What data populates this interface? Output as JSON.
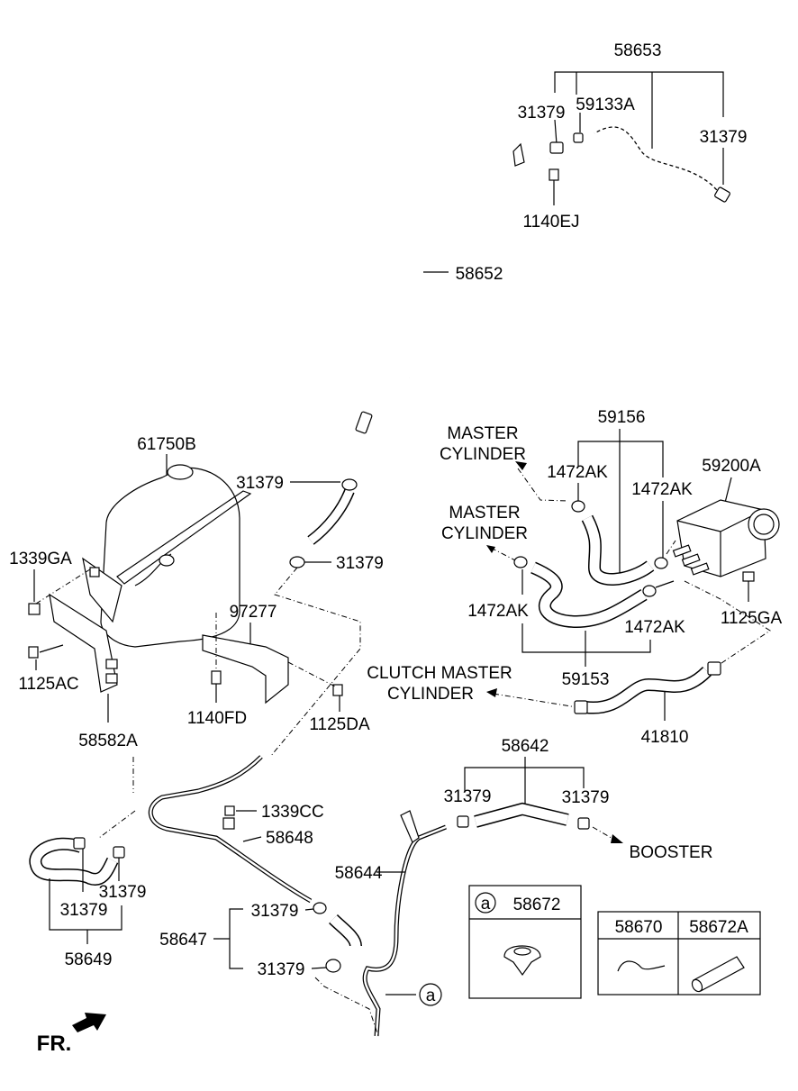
{
  "labels": {
    "p58653": "58653",
    "p31379_top_left": "31379",
    "p59133A": "59133A",
    "p31379_top_right": "31379",
    "p1140EJ": "1140EJ",
    "p58652": "58652",
    "p61750B": "61750B",
    "p31379_mid_a": "31379",
    "p31379_mid_b": "31379",
    "p1339GA": "1339GA",
    "p1125AC": "1125AC",
    "p58582A": "58582A",
    "p97277": "97277",
    "p1140FD": "1140FD",
    "p1125DA": "1125DA",
    "master_cyl_1": "MASTER\nCYLINDER",
    "master_cyl_2": "MASTER\nCYLINDER",
    "p59156": "59156",
    "p1472AK_a": "1472AK",
    "p1472AK_b": "1472AK",
    "p1472AK_c": "1472AK",
    "p1472AK_d": "1472AK",
    "p59200A": "59200A",
    "p1125GA": "1125GA",
    "p59153": "59153",
    "clutch_master": "CLUTCH MASTER\nCYLINDER",
    "p41810": "41810",
    "p58642": "58642",
    "p31379_boost_l": "31379",
    "p31379_boost_r": "31379",
    "booster": "BOOSTER",
    "p1339CC": "1339CC",
    "p58648": "58648",
    "p58644": "58644",
    "p31379_bl_a": "31379",
    "p31379_bl_b": "31379",
    "p58649": "58649",
    "p31379_lo_a": "31379",
    "p58647": "58647",
    "p31379_lo_b": "31379",
    "ref_a": "a",
    "fr": "FR."
  },
  "table_a": {
    "letter": "a",
    "part": "58672"
  },
  "table_b": {
    "col1": "58670",
    "col2": "58672A"
  }
}
